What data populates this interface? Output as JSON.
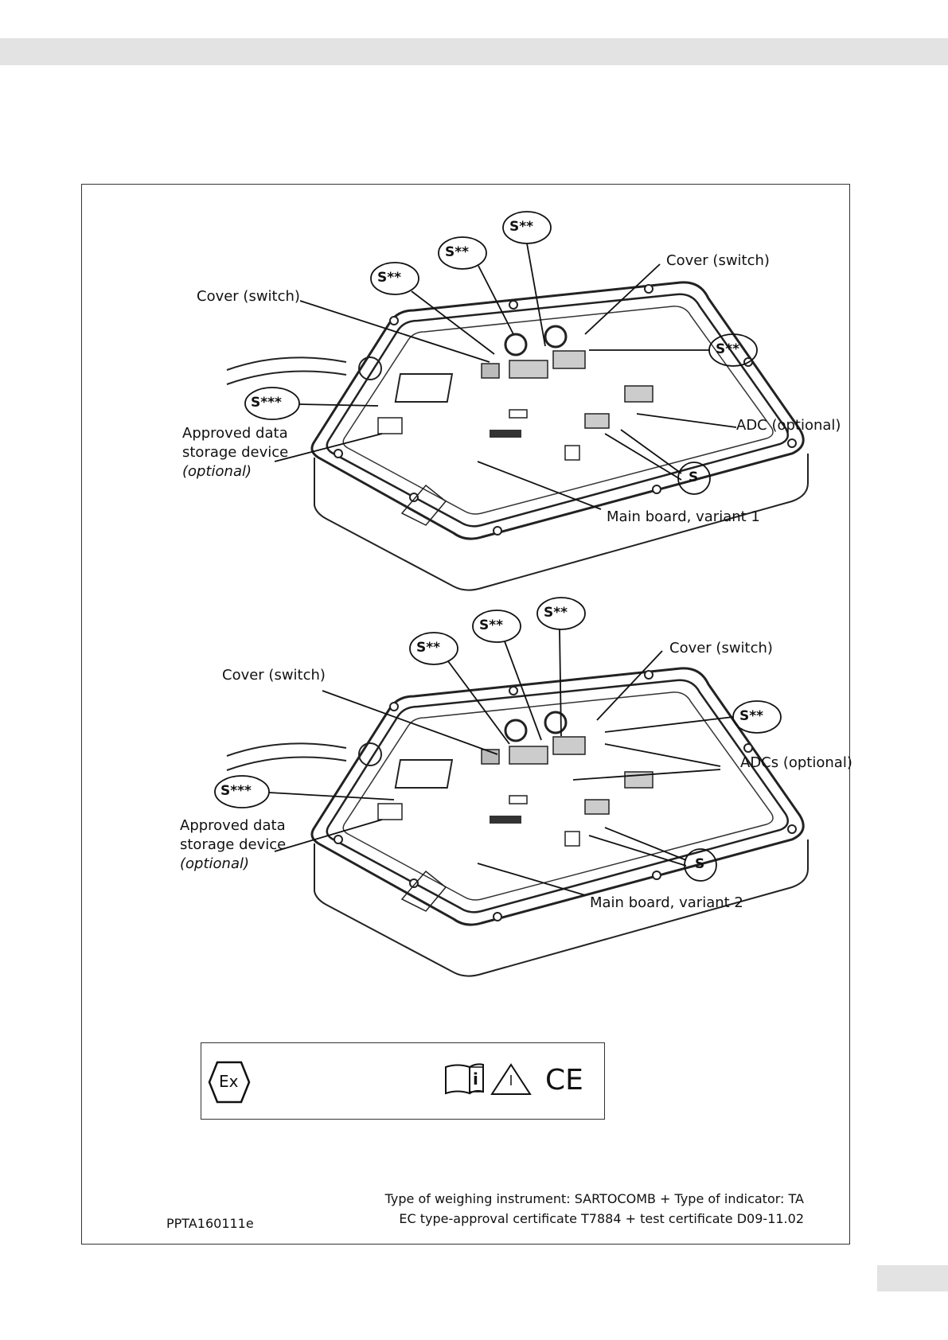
{
  "figure1": {
    "callout_s2_a": "S**",
    "callout_s2_b": "S**",
    "callout_s2_c": "S**",
    "callout_s2_d": "S**",
    "callout_s3": "S***",
    "callout_s": "S",
    "cover_switch_left": "Cover (switch)",
    "cover_switch_right": "Cover (switch)",
    "adc": "ADC (optional)",
    "storage_line1": "Approved data",
    "storage_line2": "storage device",
    "storage_line3": "(optional)",
    "main_board": "Main board, variant 1"
  },
  "figure2": {
    "callout_s2_a": "S**",
    "callout_s2_b": "S**",
    "callout_s2_c": "S**",
    "callout_s2_d": "S**",
    "callout_s3": "S***",
    "callout_s": "S",
    "cover_switch_left": "Cover (switch)",
    "cover_switch_right": "Cover (switch)",
    "adcs": "ADCs (optional)",
    "storage_line1": "Approved data",
    "storage_line2": "storage device",
    "storage_line3": "(optional)",
    "main_board": "Main board, variant 2"
  },
  "symbols": {
    "ex_mark": "Ex",
    "info_mark": "i",
    "ce_mark": "CE",
    "icons": [
      "ex-hexagon-icon",
      "manual-info-icon",
      "warning-triangle-icon",
      "ce-mark-icon"
    ]
  },
  "footer": {
    "doc_code": "PPTA160111e",
    "line1": "Type of weighing instrument: SARTOCOMB  + Type of indicator: TA",
    "line2": "EC type-approval certificate T7884  +  test certificate D09-11.02"
  }
}
